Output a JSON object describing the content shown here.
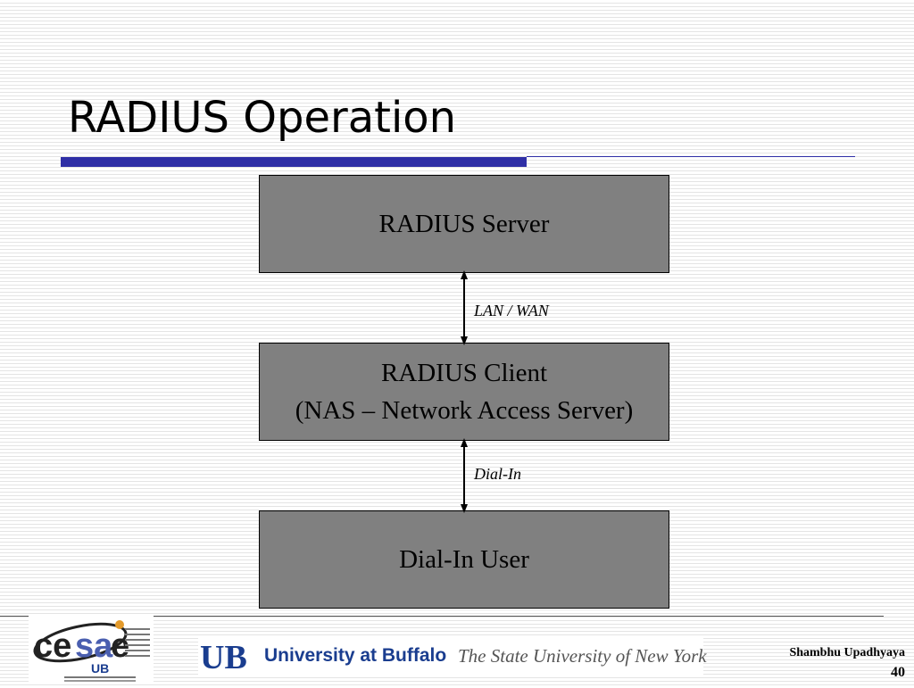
{
  "slide": {
    "title": "RADIUS Operation",
    "author": "Shambhu Upadhyaya",
    "page_number": "40"
  },
  "diagram": {
    "boxes": [
      {
        "id": "server",
        "lines": [
          "RADIUS Server"
        ]
      },
      {
        "id": "client",
        "lines": [
          "RADIUS Client",
          "(NAS – Network Access Server)"
        ]
      },
      {
        "id": "user",
        "lines": [
          "Dial-In User"
        ]
      }
    ],
    "links": [
      {
        "from": "server",
        "to": "client",
        "label": "LAN / WAN",
        "arrows": "both"
      },
      {
        "from": "client",
        "to": "user",
        "label": "Dial-In",
        "arrows": "both"
      }
    ]
  },
  "footer": {
    "university_name": "University at Buffalo",
    "university_tagline": "The State University of New York"
  },
  "colors": {
    "box_fill": "#808080",
    "accent_blue": "#2f2fa6",
    "ub_blue": "#1a3d8f",
    "footer_gray": "#555555",
    "title_text": "#000000"
  }
}
